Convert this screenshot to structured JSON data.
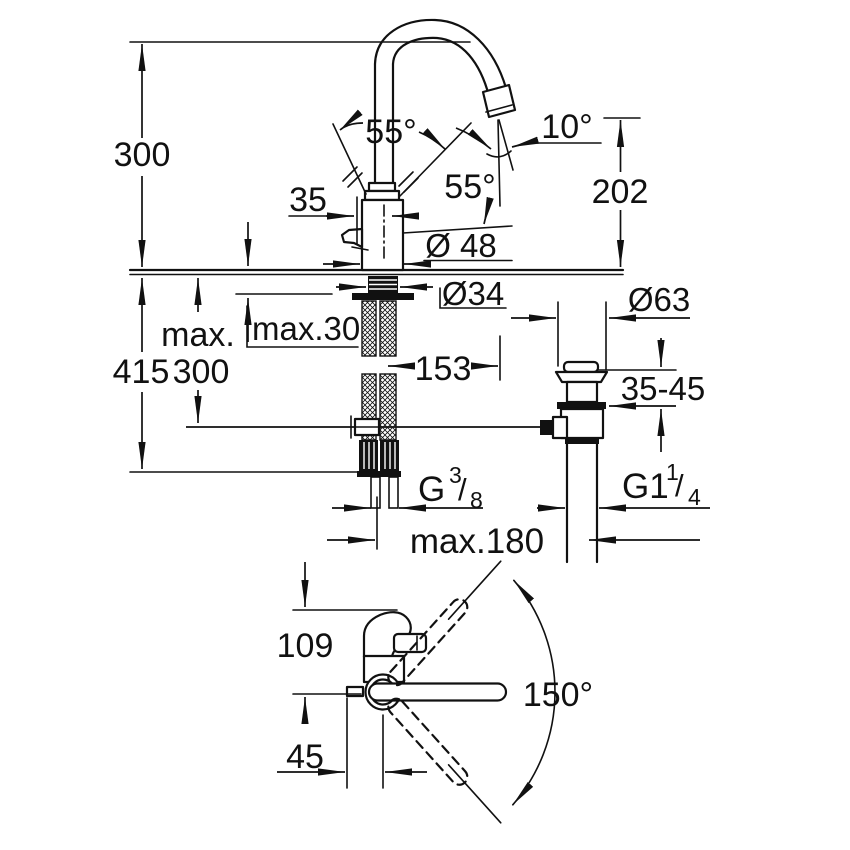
{
  "title": "faucet-installation-dimension-drawing",
  "colors": {
    "ink": "#111111",
    "paper": "#ffffff"
  },
  "labels": {
    "dim300_top": "300",
    "dim415": "415",
    "max_word": "max.",
    "dim300_lower": "300",
    "max30": "max.30",
    "dia34": "Ø34",
    "dia48": "Ø 48",
    "dim35": "35",
    "angle55_top": "55°",
    "angle55_right": "55°",
    "angle10": "10°",
    "dim202": "202",
    "dim153": "153",
    "dia63": "Ø63",
    "range35_45": "35-45",
    "thread_g38": {
      "base": "G",
      "sup": "3",
      "slash": "/",
      "sub": "8"
    },
    "thread_g114": {
      "base": "G1",
      "sup": "1",
      "slash": "/",
      "sub": "4"
    },
    "max180": "max.180",
    "dim109": "109",
    "dim45": "45",
    "angle150": "150°"
  }
}
